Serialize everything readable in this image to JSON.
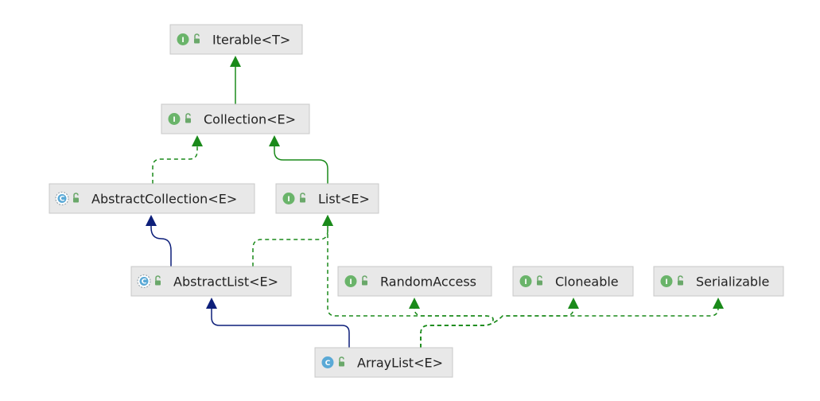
{
  "colors": {
    "interface_badge": "#6ab46a",
    "class_badge": "#5aa9d6",
    "lock_icon": "#6aa86a",
    "edge_green": "#1a8a1a",
    "edge_navy": "#0d1f7a",
    "node_fill": "#e8e8e8",
    "node_border": "#c8c8c8"
  },
  "badge_letters": {
    "interface": "I",
    "class": "C"
  },
  "nodes": [
    {
      "id": "iterable",
      "label": "Iterable<T>",
      "kind": "interface"
    },
    {
      "id": "collection",
      "label": "Collection<E>",
      "kind": "interface"
    },
    {
      "id": "abstract-collection",
      "label": "AbstractCollection<E>",
      "kind": "abstract-class"
    },
    {
      "id": "list",
      "label": "List<E>",
      "kind": "interface"
    },
    {
      "id": "abstract-list",
      "label": "AbstractList<E>",
      "kind": "abstract-class"
    },
    {
      "id": "random-access",
      "label": "RandomAccess",
      "kind": "interface"
    },
    {
      "id": "cloneable",
      "label": "Cloneable",
      "kind": "interface"
    },
    {
      "id": "serializable",
      "label": "Serializable",
      "kind": "interface"
    },
    {
      "id": "arraylist",
      "label": "ArrayList<E>",
      "kind": "class"
    }
  ],
  "edges": [
    {
      "from": "collection",
      "to": "iterable",
      "style": "extends-interface"
    },
    {
      "from": "abstract-collection",
      "to": "collection",
      "style": "implements"
    },
    {
      "from": "list",
      "to": "collection",
      "style": "extends-interface"
    },
    {
      "from": "abstract-list",
      "to": "abstract-collection",
      "style": "extends-class"
    },
    {
      "from": "abstract-list",
      "to": "list",
      "style": "implements"
    },
    {
      "from": "arraylist",
      "to": "abstract-list",
      "style": "extends-class"
    },
    {
      "from": "arraylist",
      "to": "list",
      "style": "implements"
    },
    {
      "from": "arraylist",
      "to": "random-access",
      "style": "implements"
    },
    {
      "from": "arraylist",
      "to": "cloneable",
      "style": "implements"
    },
    {
      "from": "arraylist",
      "to": "serializable",
      "style": "implements"
    }
  ]
}
